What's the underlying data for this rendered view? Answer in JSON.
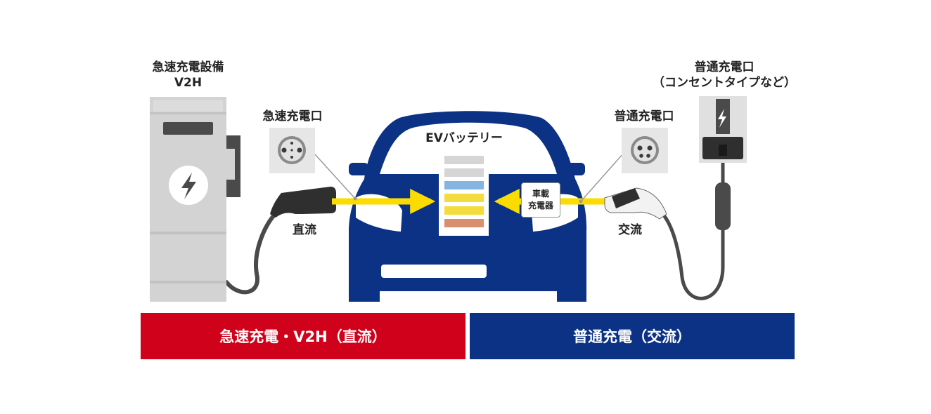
{
  "labels": {
    "quick_charger_equipment": "急速充電設備",
    "v2h": "V2H",
    "quick_charge_port": "急速充電口",
    "ev_battery": "EVバッテリー",
    "normal_charge_port": "普通充電口",
    "normal_charge_port_outlet_title": "普通充電口",
    "normal_charge_port_outlet_note": "（コンセントタイプなど）",
    "onboard_charger_line1": "車載",
    "onboard_charger_line2": "充電器",
    "dc": "直流",
    "ac": "交流"
  },
  "legend": {
    "left": "急速充電・V2H（直流）",
    "right": "普通充電（交流）"
  },
  "colors": {
    "navy": "#0b3284",
    "red": "#d0021b",
    "yellow": "#fbdc02",
    "device_gray": "#d3d3d3",
    "dark_gray": "#404040"
  },
  "battery_levels": [
    "gray",
    "gray",
    "blue",
    "yellow",
    "yellow",
    "orange"
  ],
  "icons": [
    "lightning-bolt-icon",
    "quick-charge-socket-icon",
    "normal-charge-socket-icon"
  ]
}
